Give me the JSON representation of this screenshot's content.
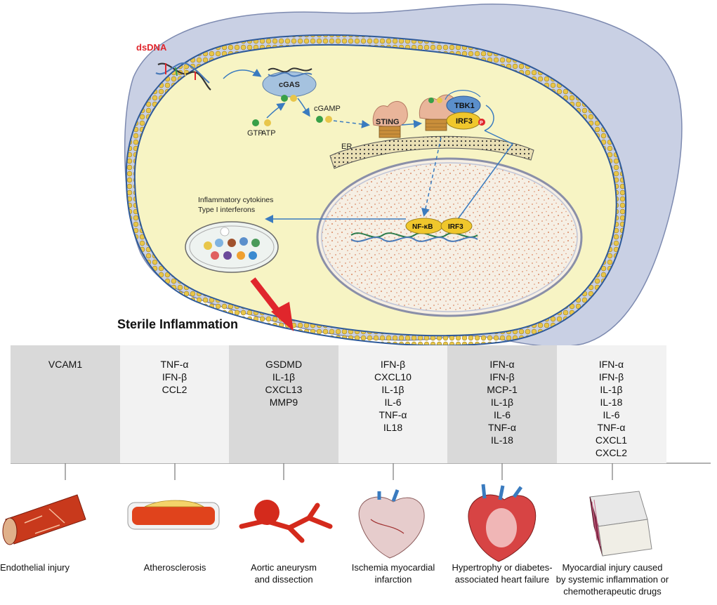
{
  "pathway": {
    "dsdna_label": "dsDNA",
    "cgas_label": "cGAS",
    "cgamp_label": "cGAMP",
    "gtp_label": "GTP",
    "atp_label": "ATP",
    "sting_label": "STING",
    "tbk1_label": "TBK1",
    "irf3_label": "IRF3",
    "phospho_label": "P",
    "er_label": "ER",
    "nfkb_label": "NF-κB",
    "nuclear_irf3_label": "IRF3",
    "output_line1": "Inflammatory cytokines",
    "output_line2": "Type I interferons"
  },
  "section_title": "Sterile Inflammation",
  "columns": [
    {
      "shade": "#d9d9d9",
      "items": [
        "VCAM1"
      ],
      "disease": [
        "Endothelial injury"
      ]
    },
    {
      "shade": "#f2f2f2",
      "items": [
        "TNF-α",
        "IFN-β",
        "CCL2"
      ],
      "disease": [
        "Atherosclerosis"
      ]
    },
    {
      "shade": "#d9d9d9",
      "items": [
        "GSDMD",
        "IL-1β",
        "CXCL13",
        "MMP9"
      ],
      "disease": [
        "Aortic aneurysm",
        "and dissection"
      ]
    },
    {
      "shade": "#f2f2f2",
      "items": [
        "IFN-β",
        "CXCL10",
        "IL-1β",
        "IL-6",
        "TNF-α",
        "IL18"
      ],
      "disease": [
        "Ischemia myocardial",
        "infarction"
      ]
    },
    {
      "shade": "#d9d9d9",
      "items": [
        "IFN-α",
        "IFN-β",
        "MCP-1",
        "IL-1β",
        "IL-6",
        "TNF-α",
        "IL-18"
      ],
      "disease": [
        "Hypertrophy or diabetes-",
        "associated heart failure"
      ]
    },
    {
      "shade": "#f2f2f2",
      "items": [
        "IFN-α",
        "IFN-β",
        "IL-1β",
        "IL-18",
        "IL-6",
        "TNF-α",
        "CXCL1",
        "CXCL2"
      ],
      "disease": [
        "Myocardial injury caused",
        "by systemic inflammation or",
        "chemotherapeutic drugs"
      ]
    }
  ],
  "colors": {
    "cell_outer": "#c9d0e4",
    "cytoplasm": "#f7f4c4",
    "membrane_bead": "#e8c64a",
    "membrane_ring": "#2e5a9a",
    "cgas": "#a5c2df",
    "sting": "#e9b59a",
    "tbk1": "#5b8fcb",
    "irf3": "#f0c72c",
    "dsdna_text": "#e0262c",
    "arrow_red": "#e0262c",
    "pathway_arrow": "#3a7bbf"
  }
}
